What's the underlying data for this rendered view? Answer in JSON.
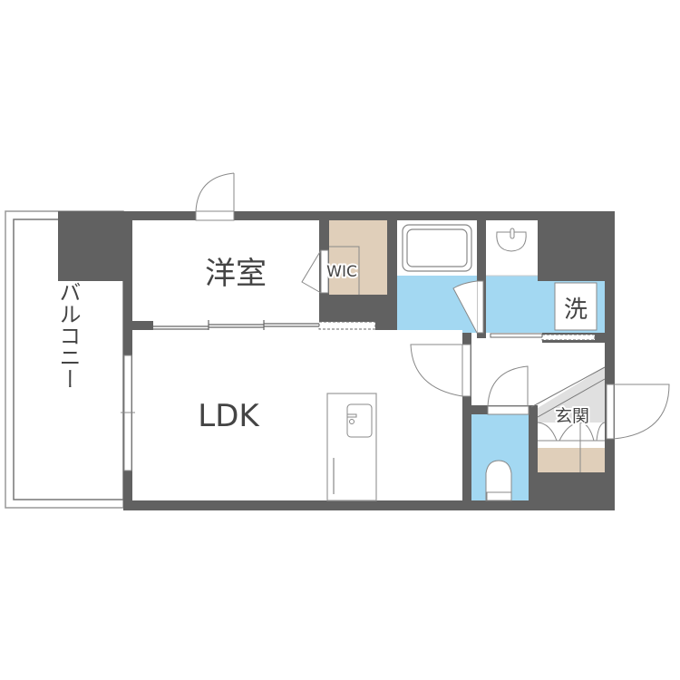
{
  "floorplan": {
    "rooms": [
      {
        "id": "western-room",
        "label": "洋室"
      },
      {
        "id": "wic",
        "label": "WIC"
      },
      {
        "id": "ldk",
        "label": "LDK"
      },
      {
        "id": "balcony",
        "label": "バルコニー"
      },
      {
        "id": "laundry",
        "label": "洗"
      },
      {
        "id": "entrance",
        "label": "玄関"
      },
      {
        "id": "bathroom",
        "label": ""
      },
      {
        "id": "washroom",
        "label": ""
      },
      {
        "id": "toilet",
        "label": ""
      }
    ],
    "colors": {
      "wall": "#616161",
      "water_area": "#a3d8f2",
      "storage": "#e0cfba",
      "entrance_floor": "#e0e0e0",
      "line": "#777777",
      "label_text": "#444444",
      "background": "#ffffff"
    }
  }
}
